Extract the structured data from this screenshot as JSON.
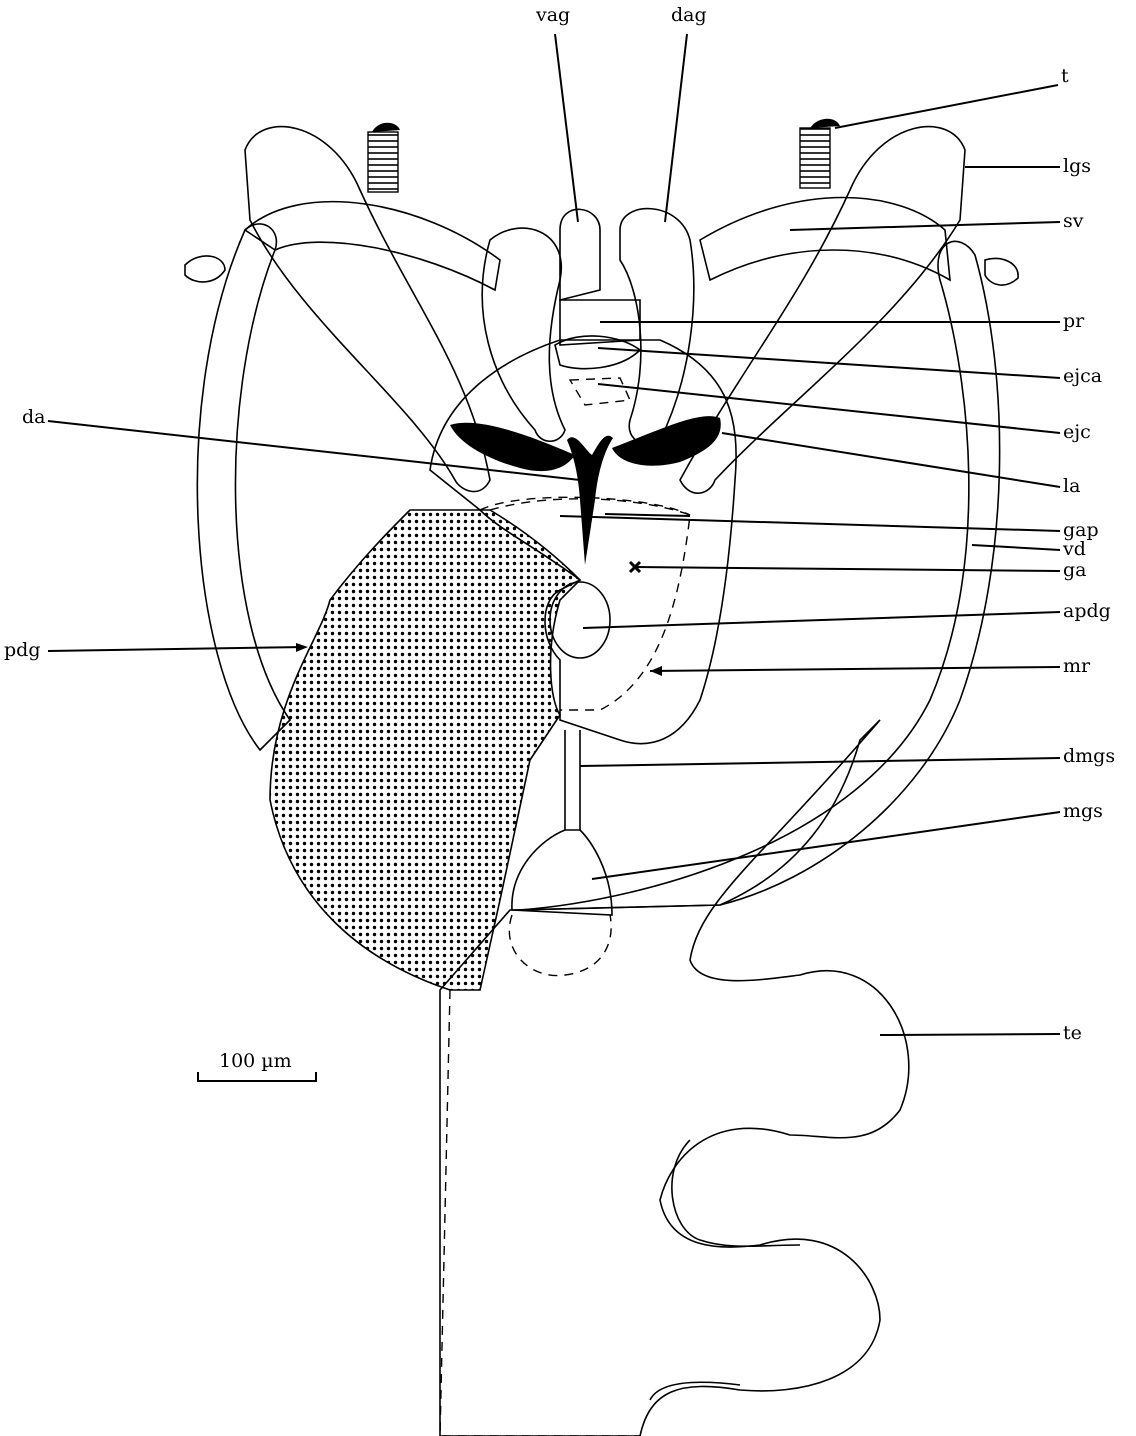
{
  "labels": {
    "vag": "vag",
    "dag": "dag",
    "t": "t",
    "lgs": "lgs",
    "sv": "sv",
    "pr": "pr",
    "ejca": "ejca",
    "ejc": "ejc",
    "la": "la",
    "da": "da",
    "gap": "gap",
    "vd": "vd",
    "ga": "ga",
    "apdg": "apdg",
    "pdg": "pdg",
    "mr": "mr",
    "dmgs": "dmgs",
    "mgs": "mgs",
    "te": "te"
  },
  "scale_bar": {
    "label": "100 µm"
  },
  "colors": {
    "ink": "#000000",
    "paper": "#ffffff"
  }
}
